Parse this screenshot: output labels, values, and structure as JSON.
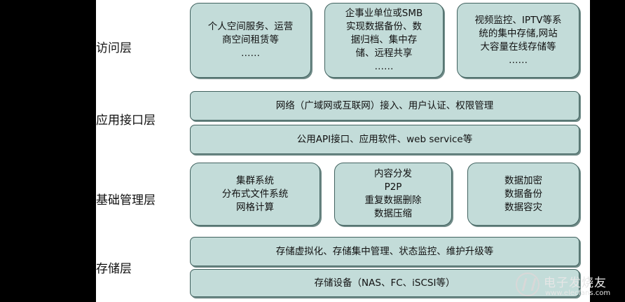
{
  "layers": {
    "access": {
      "label": "访问层",
      "boxes": [
        [
          "个人空间服务、运营",
          "商空间租赁等",
          "……"
        ],
        [
          "企事业单位或SMB",
          "实现数据备份、数",
          "据归档、集中存",
          "储、远程共享",
          "……"
        ],
        [
          "视频监控、IPTV等系",
          "统的集中存储,网站",
          "大容量在线存储等",
          "……"
        ]
      ]
    },
    "app_interface": {
      "label": "应用接口层",
      "bars": [
        "网络（广域网或互联网）接入、用户认证、权限管理",
        "公用API接口、应用软件、web service等"
      ]
    },
    "base_mgmt": {
      "label": "基础管理层",
      "boxes": [
        [
          "集群系统",
          "分布式文件系统",
          "网格计算"
        ],
        [
          "内容分发",
          "P2P",
          "重复数据删除",
          "数据压缩"
        ],
        [
          "数据加密",
          "数据备份",
          "数据容灾"
        ]
      ]
    },
    "storage": {
      "label": "存储层",
      "bars": [
        "存储虚拟化、存储集中管理、状态监控、维护升级等",
        "存储设备（NAS、FC、iSCSI等）"
      ]
    }
  },
  "watermark": {
    "brand": "电子发烧友",
    "url": "www.elecfans.com"
  }
}
